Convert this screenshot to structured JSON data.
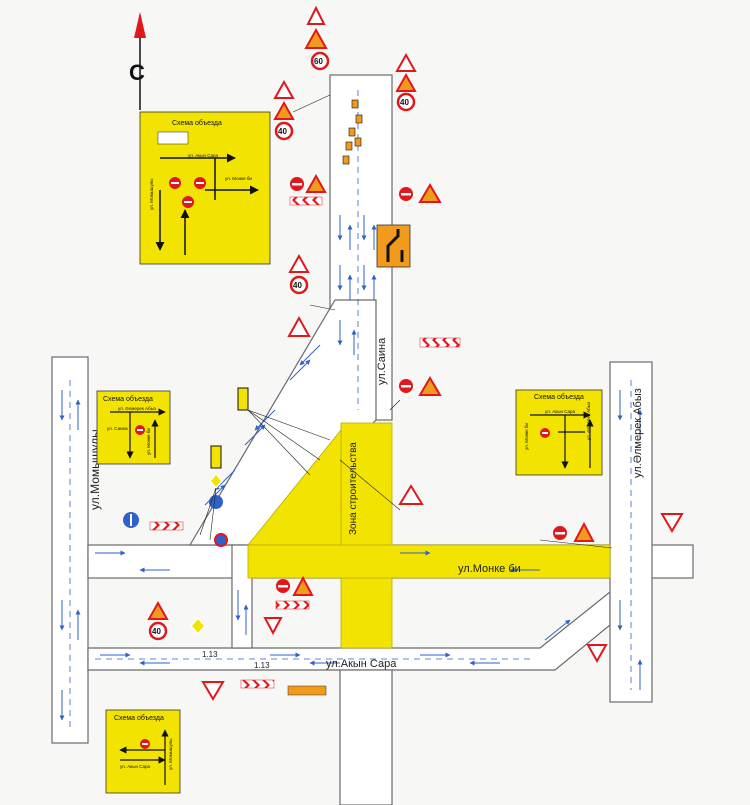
{
  "compass": {
    "label": "С"
  },
  "streets": {
    "momyshuly": "ул.Момышулы",
    "saina": "ул.Саина",
    "monke_bi": "ул.Монке би",
    "akyn_sara": "ул.Акын Сара",
    "elmerek_abyz": "ул.Әлмерек Абыз"
  },
  "zone": {
    "label": "Зона строительства"
  },
  "speed_limits": {
    "sixty": "60",
    "forty": "40"
  },
  "markings": {
    "m1": "1.13",
    "m2": "1.13"
  },
  "detour_schemes": {
    "title": "Схема объезда",
    "top_left": {
      "street_a": "ул. Акын Сара",
      "street_b": "ул. Момышулы",
      "street_c": "ул. Монке би"
    },
    "mid_left": {
      "street_a": "ул. Әлмерек Абыз",
      "street_b": "ул. Саина",
      "street_c": "ул. Монке би"
    },
    "right": {
      "street_a": "ул. Акын Сара",
      "street_b": "ул. Әлмерек Абыз",
      "street_c": "ул. Монке би"
    },
    "bottom": {
      "street_a": "ул. Акын Сара",
      "street_b": "ул. Момышулы"
    }
  },
  "colors": {
    "zone_yellow": "#f2e400",
    "arrow_blue": "#2f62c9",
    "sign_red": "#e0181c",
    "sign_orange": "#f29a1c",
    "road_outline": "#6a6a6a"
  }
}
